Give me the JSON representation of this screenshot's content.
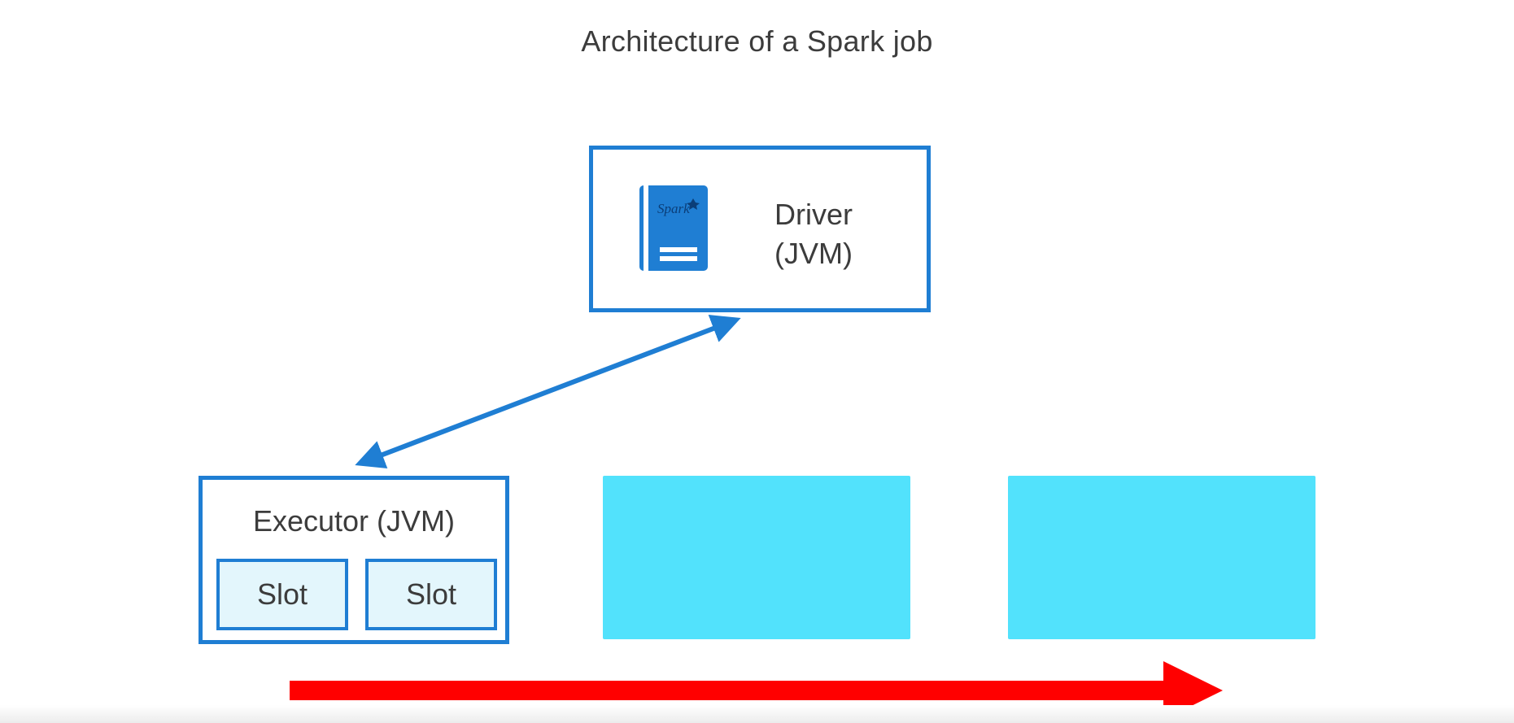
{
  "slide": {
    "title": "Architecture of a Spark job"
  },
  "driver": {
    "label_line1": "Driver",
    "label_line2": "(JVM)",
    "icon_text": "Spark"
  },
  "executor": {
    "label": "Executor (JVM)",
    "slots": [
      "Slot",
      "Slot"
    ]
  },
  "colors": {
    "box_border": "#1f7ed3",
    "slot_fill": "#e3f6fc",
    "placeholder_fill": "#52e2fc",
    "arrow_blue": "#1f7ed3",
    "arrow_red": "#ff0000",
    "text": "#3c3c3c"
  },
  "icons": {
    "driver_icon": "spark-book-icon"
  }
}
